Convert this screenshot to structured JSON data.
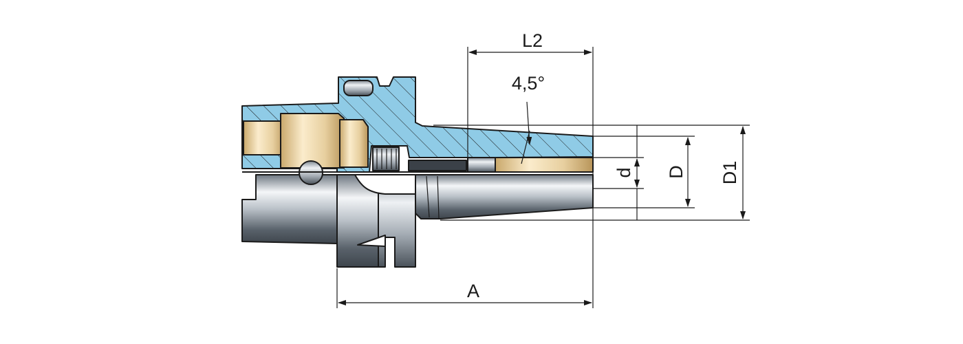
{
  "drawing": {
    "type": "technical-drawing",
    "subject": "shrink-fit tool holder cross-section",
    "colors": {
      "section_fill": "#8fcbe6",
      "bore_fill": "#f2dcae",
      "steel_light": "#e4e8ec",
      "steel_dark": "#5f6872",
      "line": "#1a1a1a"
    }
  },
  "dimensions": {
    "L2": "L2",
    "angle": "4,5°",
    "d": "d",
    "D": "D",
    "D1": "D1",
    "A": "A"
  }
}
